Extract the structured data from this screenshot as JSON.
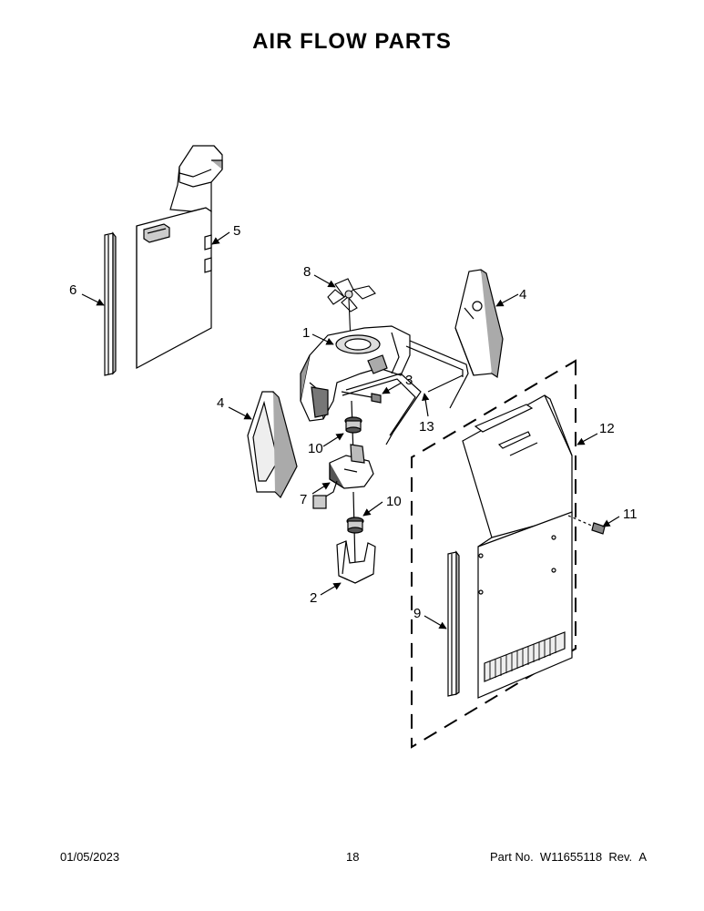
{
  "title": "AIR FLOW PARTS",
  "callouts": [
    {
      "id": "c1",
      "label": "1"
    },
    {
      "id": "c2",
      "label": "2"
    },
    {
      "id": "c3",
      "label": "3"
    },
    {
      "id": "c4a",
      "label": "4"
    },
    {
      "id": "c4b",
      "label": "4"
    },
    {
      "id": "c5",
      "label": "5"
    },
    {
      "id": "c6",
      "label": "6"
    },
    {
      "id": "c7",
      "label": "7"
    },
    {
      "id": "c8",
      "label": "8"
    },
    {
      "id": "c9",
      "label": "9"
    },
    {
      "id": "c10a",
      "label": "10"
    },
    {
      "id": "c10b",
      "label": "10"
    },
    {
      "id": "c11",
      "label": "11"
    },
    {
      "id": "c12",
      "label": "12"
    },
    {
      "id": "c13",
      "label": "13"
    }
  ],
  "footer": {
    "date": "01/05/2023",
    "page": "18",
    "part_label": "Part No.",
    "part_number": "W11655118",
    "rev_label": "Rev.",
    "rev_value": "A"
  }
}
